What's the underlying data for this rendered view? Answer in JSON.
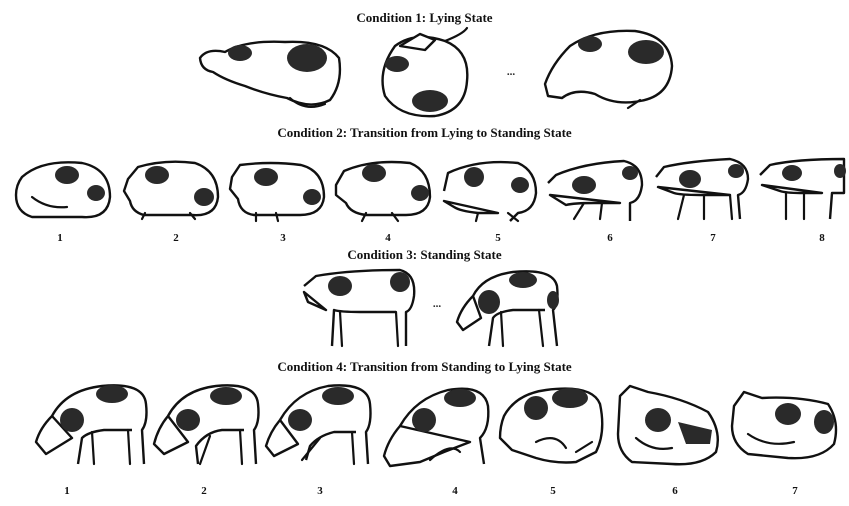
{
  "conditions": [
    {
      "title": "Condition 1: Lying State",
      "ellipsis": "..."
    },
    {
      "title": "Condition 2: Transition from Lying to Standing State",
      "steps": [
        "1",
        "2",
        "3",
        "4",
        "5",
        "6",
        "7",
        "8"
      ]
    },
    {
      "title": "Condition 3: Standing State",
      "ellipsis": "..."
    },
    {
      "title": "Condition 4: Transition from Standing to Lying State",
      "steps": [
        "1",
        "2",
        "3",
        "4",
        "5",
        "6",
        "7"
      ]
    }
  ]
}
